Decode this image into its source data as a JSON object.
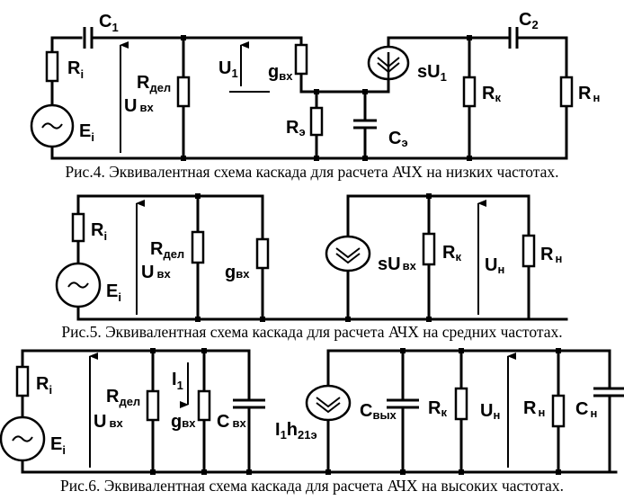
{
  "figures": [
    {
      "id": "fig4",
      "caption": "Рис.4. Эквивалентная схема каскада для расчета АЧХ на низких частотах.",
      "labels": {
        "C1": {
          "main": "C",
          "sub": "1"
        },
        "Ri": {
          "main": "R",
          "sub": "i"
        },
        "Ei": {
          "main": "E",
          "sub": "i"
        },
        "Uvx": {
          "main": "U",
          "sub": "вх"
        },
        "Rdel": {
          "main": "R",
          "sub": "дел"
        },
        "U1": {
          "main": "U",
          "sub": "1"
        },
        "gvx": {
          "main": "g",
          "sub": "вх"
        },
        "Re": {
          "main": "R",
          "sub": "э"
        },
        "Ce": {
          "main": "C",
          "sub": "э"
        },
        "sU1": {
          "main": "sU",
          "sub": "1"
        },
        "Rk": {
          "main": "R",
          "sub": "к"
        },
        "C2": {
          "main": "C",
          "sub": "2"
        },
        "Rn": {
          "main": "R",
          "sub": "н"
        }
      }
    },
    {
      "id": "fig5",
      "caption": "Рис.5. Эквивалентная схема каскада для расчета АЧХ на средних частотах.",
      "labels": {
        "Ri": {
          "main": "R",
          "sub": "i"
        },
        "Ei": {
          "main": "E",
          "sub": "i"
        },
        "Uvx": {
          "main": "U",
          "sub": "вх"
        },
        "Rdel": {
          "main": "R",
          "sub": "дел"
        },
        "gvx": {
          "main": "g",
          "sub": "вх"
        },
        "sUvx": {
          "main": "sU",
          "sub": "вх"
        },
        "Rk": {
          "main": "R",
          "sub": "к"
        },
        "Un": {
          "main": "U",
          "sub": "н"
        },
        "Rn": {
          "main": "R",
          "sub": "н"
        }
      }
    },
    {
      "id": "fig6",
      "caption": "Рис.6. Эквивалентная схема каскада для расчета АЧХ на высоких частотах.",
      "labels": {
        "Ri": {
          "main": "R",
          "sub": "i"
        },
        "Ei": {
          "main": "E",
          "sub": "i"
        },
        "Uvx": {
          "main": "U",
          "sub": "вх"
        },
        "Rdel": {
          "main": "R",
          "sub": "дел"
        },
        "I1": {
          "main": "I",
          "sub": "1"
        },
        "gvx": {
          "main": "g",
          "sub": "вх"
        },
        "Cvx": {
          "main": "C",
          "sub": "вх"
        },
        "I1h21e": {
          "main": "I",
          "sub": "1",
          "main2": "h",
          "sub2": "21э"
        },
        "Cvyx": {
          "main": "C",
          "sub": "вых"
        },
        "Rk": {
          "main": "R",
          "sub": "к"
        },
        "Un": {
          "main": "U",
          "sub": "н"
        },
        "Rn": {
          "main": "R",
          "sub": "н"
        },
        "Cn": {
          "main": "C",
          "sub": "н"
        }
      }
    }
  ]
}
